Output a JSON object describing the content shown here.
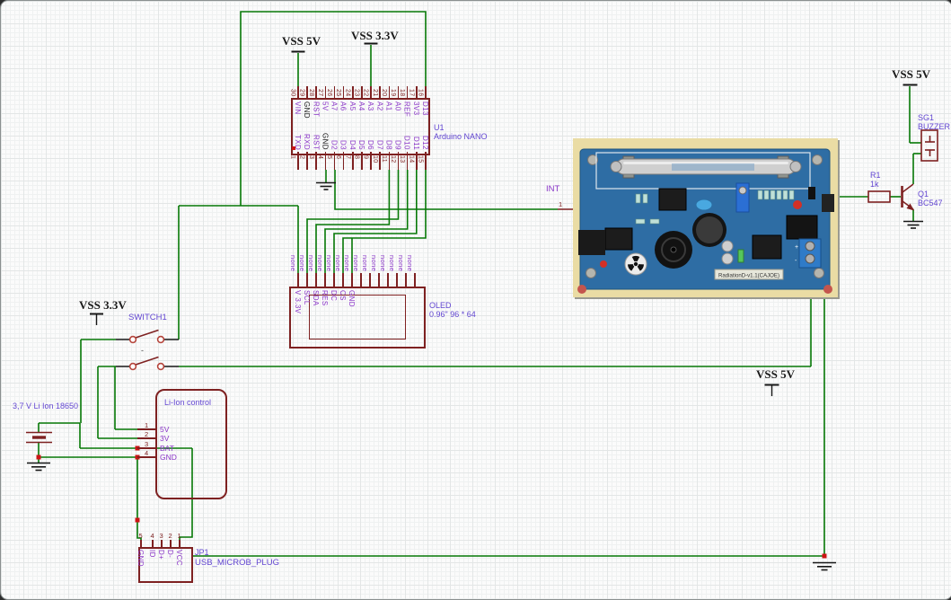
{
  "power": {
    "v5": "VSS 5V",
    "v33": "VSS 3.3V"
  },
  "arduino": {
    "ref": "U1",
    "name": "Arduino NANO",
    "top_pins": [
      {
        "num": "30",
        "label": "VIN"
      },
      {
        "num": "29",
        "label": "GND",
        "black": true
      },
      {
        "num": "28",
        "label": "RST"
      },
      {
        "num": "27",
        "label": "5V"
      },
      {
        "num": "26",
        "label": "A7"
      },
      {
        "num": "25",
        "label": "A6"
      },
      {
        "num": "24",
        "label": "A5"
      },
      {
        "num": "23",
        "label": "A4"
      },
      {
        "num": "22",
        "label": "A3"
      },
      {
        "num": "21",
        "label": "A2"
      },
      {
        "num": "20",
        "label": "A1"
      },
      {
        "num": "19",
        "label": "A0"
      },
      {
        "num": "18",
        "label": "REF"
      },
      {
        "num": "17",
        "label": "3V3"
      },
      {
        "num": "16",
        "label": "D13"
      }
    ],
    "bottom_pins": [
      {
        "num": "1",
        "label": "TXD"
      },
      {
        "num": "2",
        "label": "RXD"
      },
      {
        "num": "3",
        "label": "RST"
      },
      {
        "num": "4",
        "label": "GND",
        "black": true
      },
      {
        "num": "5",
        "label": "D2"
      },
      {
        "num": "6",
        "label": "D3"
      },
      {
        "num": "7",
        "label": "D4"
      },
      {
        "num": "8",
        "label": "D5"
      },
      {
        "num": "9",
        "label": "D6"
      },
      {
        "num": "10",
        "label": "D7"
      },
      {
        "num": "11",
        "label": "D8"
      },
      {
        "num": "12",
        "label": "D9"
      },
      {
        "num": "13",
        "label": "D10"
      },
      {
        "num": "14",
        "label": "D11"
      },
      {
        "num": "15",
        "label": "D12"
      }
    ]
  },
  "oled": {
    "ref": "OLED",
    "desc": "0.96\" 96 * 64",
    "net_label": "none",
    "pin_labels": [
      "V 3.3V",
      "SCL",
      "SDA",
      "RES",
      "DC",
      "CS",
      "GND",
      "",
      "",
      "",
      "",
      "",
      "",
      ""
    ]
  },
  "net_int": {
    "label": "INT",
    "pin": "1"
  },
  "board": {
    "silkscreen": "RadiationD-v1.1(CAJOE)"
  },
  "r1": {
    "ref": "R1",
    "value": "1k"
  },
  "q1": {
    "ref": "Q1",
    "value": "BC547"
  },
  "buzzer": {
    "ref": "SG1",
    "value": "BUZZER"
  },
  "sw": {
    "label": "SWITCH1",
    "mark": "-"
  },
  "battery": {
    "label": "3,7 V Li Ion 18650"
  },
  "liion": {
    "label": "Li-Ion control",
    "pins": [
      {
        "num": "1",
        "label": "5V"
      },
      {
        "num": "2",
        "label": "3V"
      },
      {
        "num": "3",
        "label": "BAT"
      },
      {
        "num": "4",
        "label": "GND"
      }
    ]
  },
  "usb": {
    "ref": "JP1",
    "name": "USB_MICROB_PLUG",
    "pins": [
      {
        "num": "5",
        "label": "GND"
      },
      {
        "num": "4",
        "label": "ID"
      },
      {
        "num": "3",
        "label": "D+"
      },
      {
        "num": "2",
        "label": "D-"
      },
      {
        "num": "1",
        "label": "VCC"
      }
    ]
  },
  "colors": {
    "wire": "#067806",
    "pin": "#7e2121",
    "junction": "#cc1414",
    "pin_name": "#8a35c8",
    "ref_text": "#6347d2"
  }
}
